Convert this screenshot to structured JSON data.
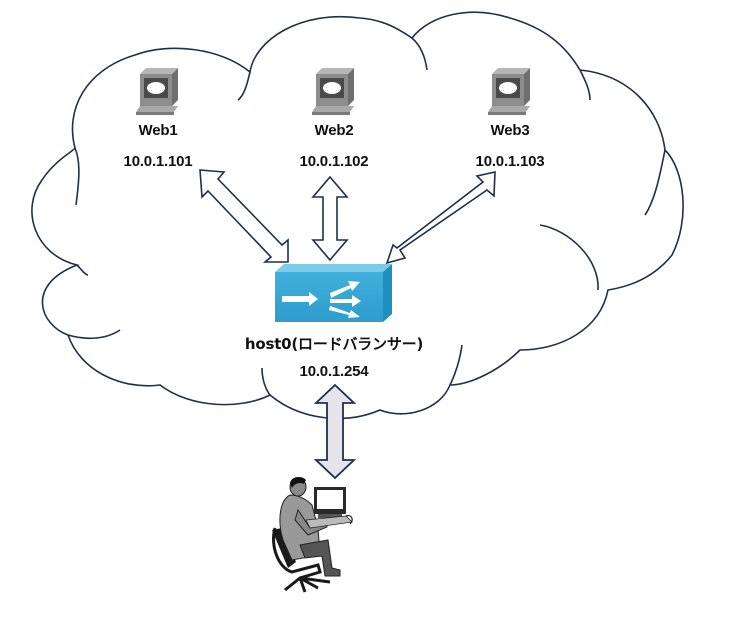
{
  "diagram": {
    "title": "Load balancer network diagram",
    "network_region": "cloud",
    "servers": [
      {
        "name": "Web1",
        "ip": "10.0.1.101",
        "icon": "server-terminal-icon"
      },
      {
        "name": "Web2",
        "ip": "10.0.1.102",
        "icon": "server-terminal-icon"
      },
      {
        "name": "Web3",
        "ip": "10.0.1.103",
        "icon": "server-terminal-icon"
      }
    ],
    "load_balancer": {
      "name": "host0(ロードバランサー)",
      "ip": "10.0.1.254",
      "icon": "load-balancer-icon",
      "color": "#3aa6d4"
    },
    "client": {
      "icon": "user-at-workstation-icon"
    },
    "connections": [
      {
        "from": "host0",
        "to": "Web1",
        "type": "bidirectional"
      },
      {
        "from": "host0",
        "to": "Web2",
        "type": "bidirectional"
      },
      {
        "from": "host0",
        "to": "Web3",
        "type": "bidirectional"
      },
      {
        "from": "client",
        "to": "host0",
        "type": "bidirectional"
      }
    ],
    "colors": {
      "outline": "#1f2f4a",
      "client_arrow_fill": "#e4e4ea",
      "server_arrow_fill": "#ffffff"
    }
  }
}
